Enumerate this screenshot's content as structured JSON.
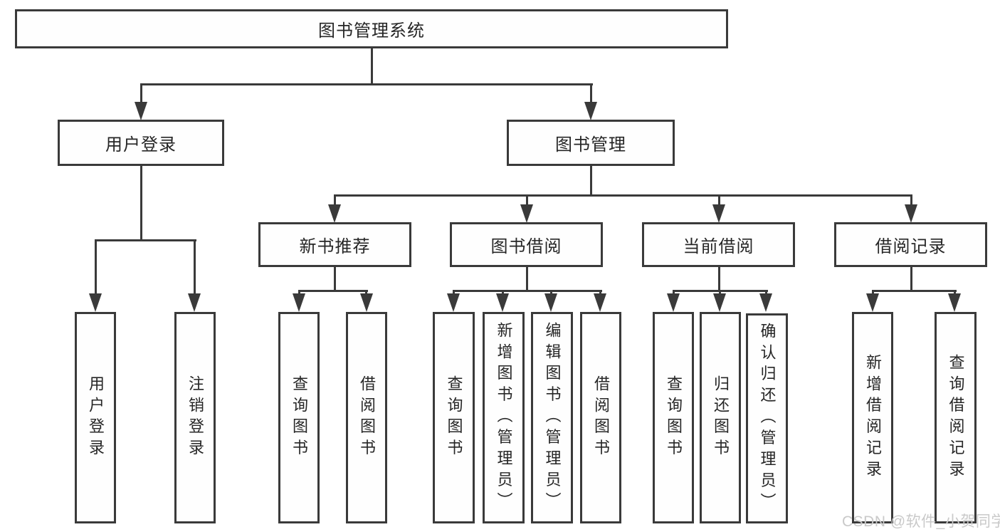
{
  "diagram": {
    "type": "hierarchy-tree",
    "colors": {
      "line": "#3a3a3a",
      "text": "#262626",
      "background": "#ffffff",
      "watermark": "#c9c9c9"
    }
  },
  "tree": {
    "label": "图书管理系统",
    "children": [
      {
        "label": "用户登录",
        "children": [
          {
            "label": "用户登录"
          },
          {
            "label": "注销登录"
          }
        ]
      },
      {
        "label": "图书管理",
        "children": [
          {
            "label": "新书推荐",
            "children": [
              {
                "label": "查询图书"
              },
              {
                "label": "借阅图书"
              }
            ]
          },
          {
            "label": "图书借阅",
            "children": [
              {
                "label": "查询图书"
              },
              {
                "label": "新增图书（管理员）"
              },
              {
                "label": "编辑图书（管理员）"
              },
              {
                "label": "借阅图书"
              }
            ]
          },
          {
            "label": "当前借阅",
            "children": [
              {
                "label": "查询图书"
              },
              {
                "label": "归还图书"
              },
              {
                "label": "确认归还（管理员）"
              }
            ]
          },
          {
            "label": "借阅记录",
            "children": [
              {
                "label": "新增借阅记录"
              },
              {
                "label": "查询借阅记录"
              }
            ]
          }
        ]
      }
    ]
  },
  "watermark": {
    "text": "CSDN @软件_小贺同学"
  }
}
